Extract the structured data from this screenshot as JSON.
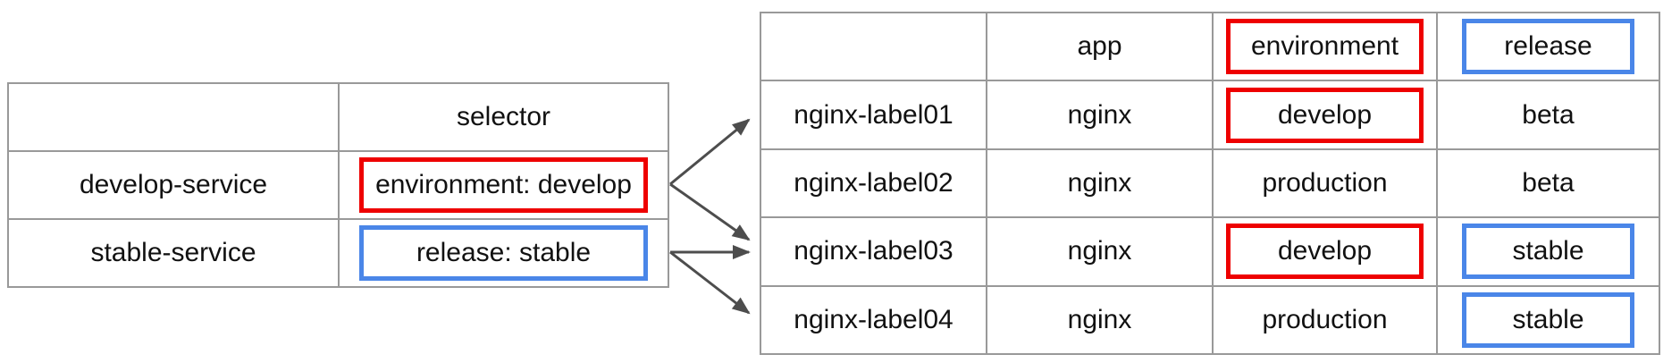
{
  "services_table": {
    "columns": [
      "",
      "selector"
    ],
    "rows": [
      {
        "name": "develop-service",
        "selector": "environment: develop",
        "selector_highlight": "red"
      },
      {
        "name": "stable-service",
        "selector": "release: stable",
        "selector_highlight": "blue"
      }
    ]
  },
  "pods_table": {
    "columns": [
      "",
      "app",
      "environment",
      "release"
    ],
    "rows": [
      {
        "name": "nginx-label01",
        "app": "nginx",
        "environment": "develop",
        "release": "beta",
        "environment_highlight": "red",
        "release_highlight": "none"
      },
      {
        "name": "nginx-label02",
        "app": "nginx",
        "environment": "production",
        "release": "beta",
        "environment_highlight": "none",
        "release_highlight": "none"
      },
      {
        "name": "nginx-label03",
        "app": "nginx",
        "environment": "develop",
        "release": "stable",
        "environment_highlight": "red",
        "release_highlight": "blue"
      },
      {
        "name": "nginx-label04",
        "app": "nginx",
        "environment": "production",
        "release": "stable",
        "environment_highlight": "none",
        "release_highlight": "blue"
      }
    ]
  },
  "arrows": [
    {
      "from": "environment: develop",
      "to": "nginx-label01"
    },
    {
      "from": "environment: develop",
      "to": "nginx-label03"
    },
    {
      "from": "release: stable",
      "to": "nginx-label03"
    },
    {
      "from": "release: stable",
      "to": "nginx-label04"
    }
  ],
  "colors": {
    "develop_highlight": "#ee0000",
    "stable_highlight": "#4a86e8",
    "table_border": "#999999",
    "arrow": "#4d4d4d",
    "text": "#111111",
    "background": "#ffffff"
  }
}
